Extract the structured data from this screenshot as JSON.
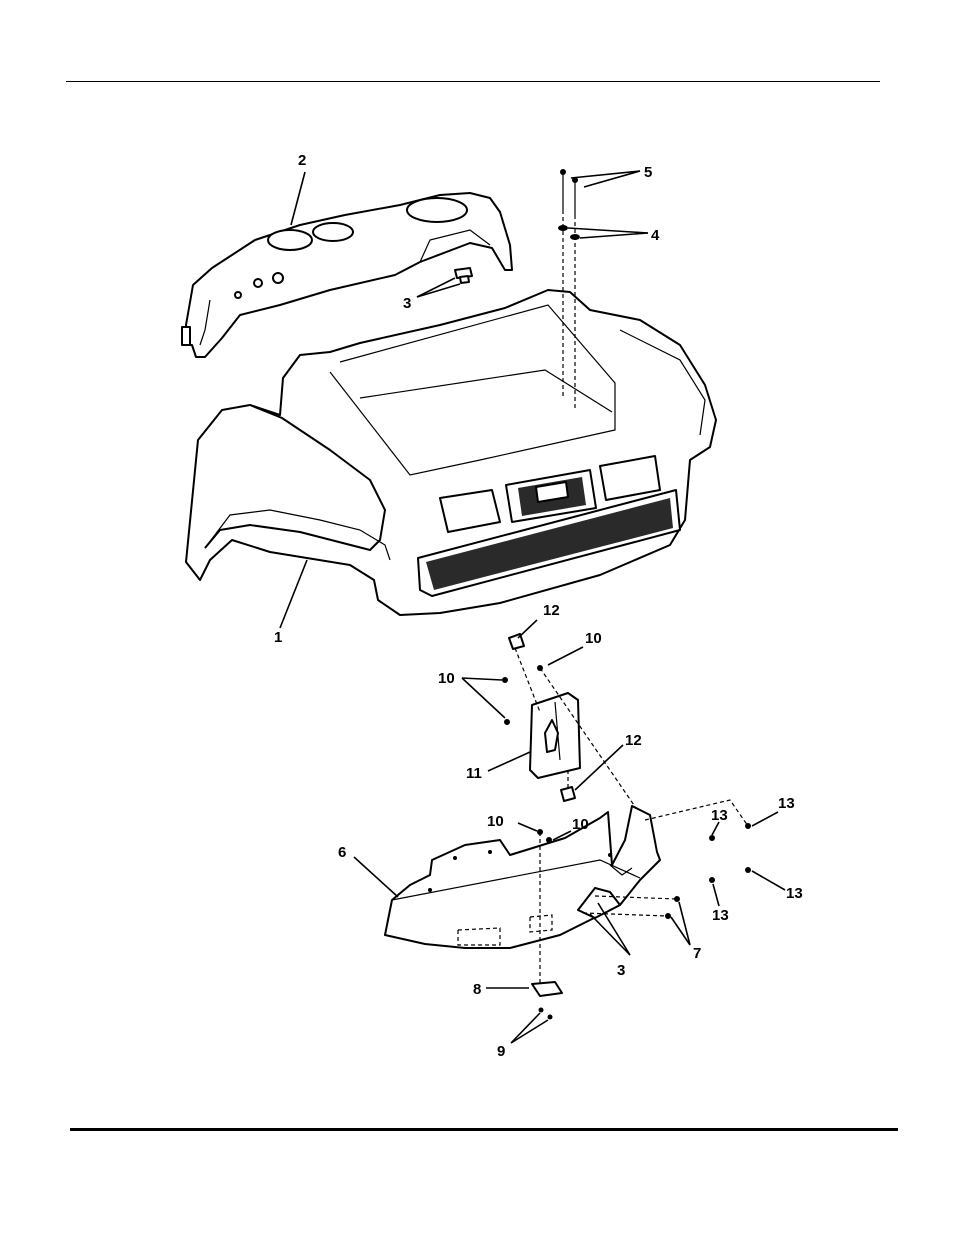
{
  "diagram": {
    "callouts": [
      {
        "id": "c1",
        "label": "1"
      },
      {
        "id": "c2",
        "label": "2"
      },
      {
        "id": "c3a",
        "label": "3"
      },
      {
        "id": "c3b",
        "label": "3"
      },
      {
        "id": "c4",
        "label": "4"
      },
      {
        "id": "c5",
        "label": "5"
      },
      {
        "id": "c6",
        "label": "6"
      },
      {
        "id": "c7",
        "label": "7"
      },
      {
        "id": "c8",
        "label": "8"
      },
      {
        "id": "c9",
        "label": "9"
      },
      {
        "id": "c10a",
        "label": "10"
      },
      {
        "id": "c10b",
        "label": "10"
      },
      {
        "id": "c10c",
        "label": "10"
      },
      {
        "id": "c10d",
        "label": "10"
      },
      {
        "id": "c11",
        "label": "11"
      },
      {
        "id": "c12a",
        "label": "12"
      },
      {
        "id": "c12b",
        "label": "12"
      },
      {
        "id": "c13a",
        "label": "13"
      },
      {
        "id": "c13b",
        "label": "13"
      },
      {
        "id": "c13c",
        "label": "13"
      },
      {
        "id": "c13d",
        "label": "13"
      }
    ]
  }
}
